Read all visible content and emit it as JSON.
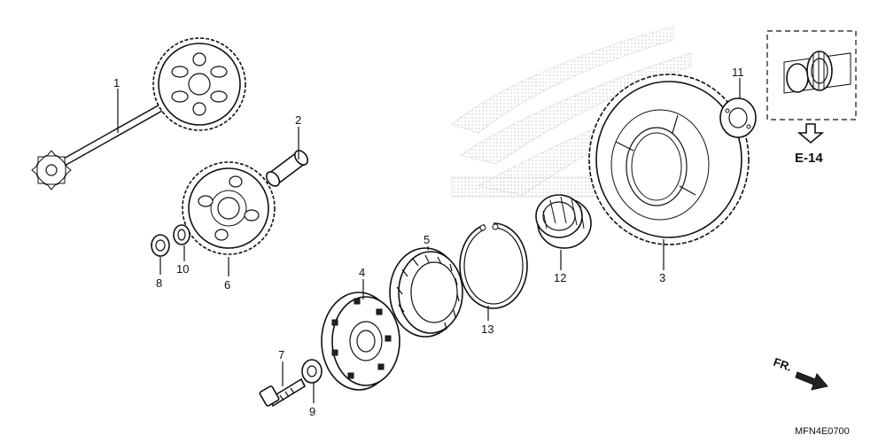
{
  "diagram": {
    "callouts": [
      "1",
      "2",
      "3",
      "4",
      "5",
      "6",
      "7",
      "8",
      "9",
      "10",
      "11",
      "12",
      "13"
    ],
    "reference_label": "E-14",
    "direction_label": "FR.",
    "diagram_code": "MFN4E0700"
  }
}
